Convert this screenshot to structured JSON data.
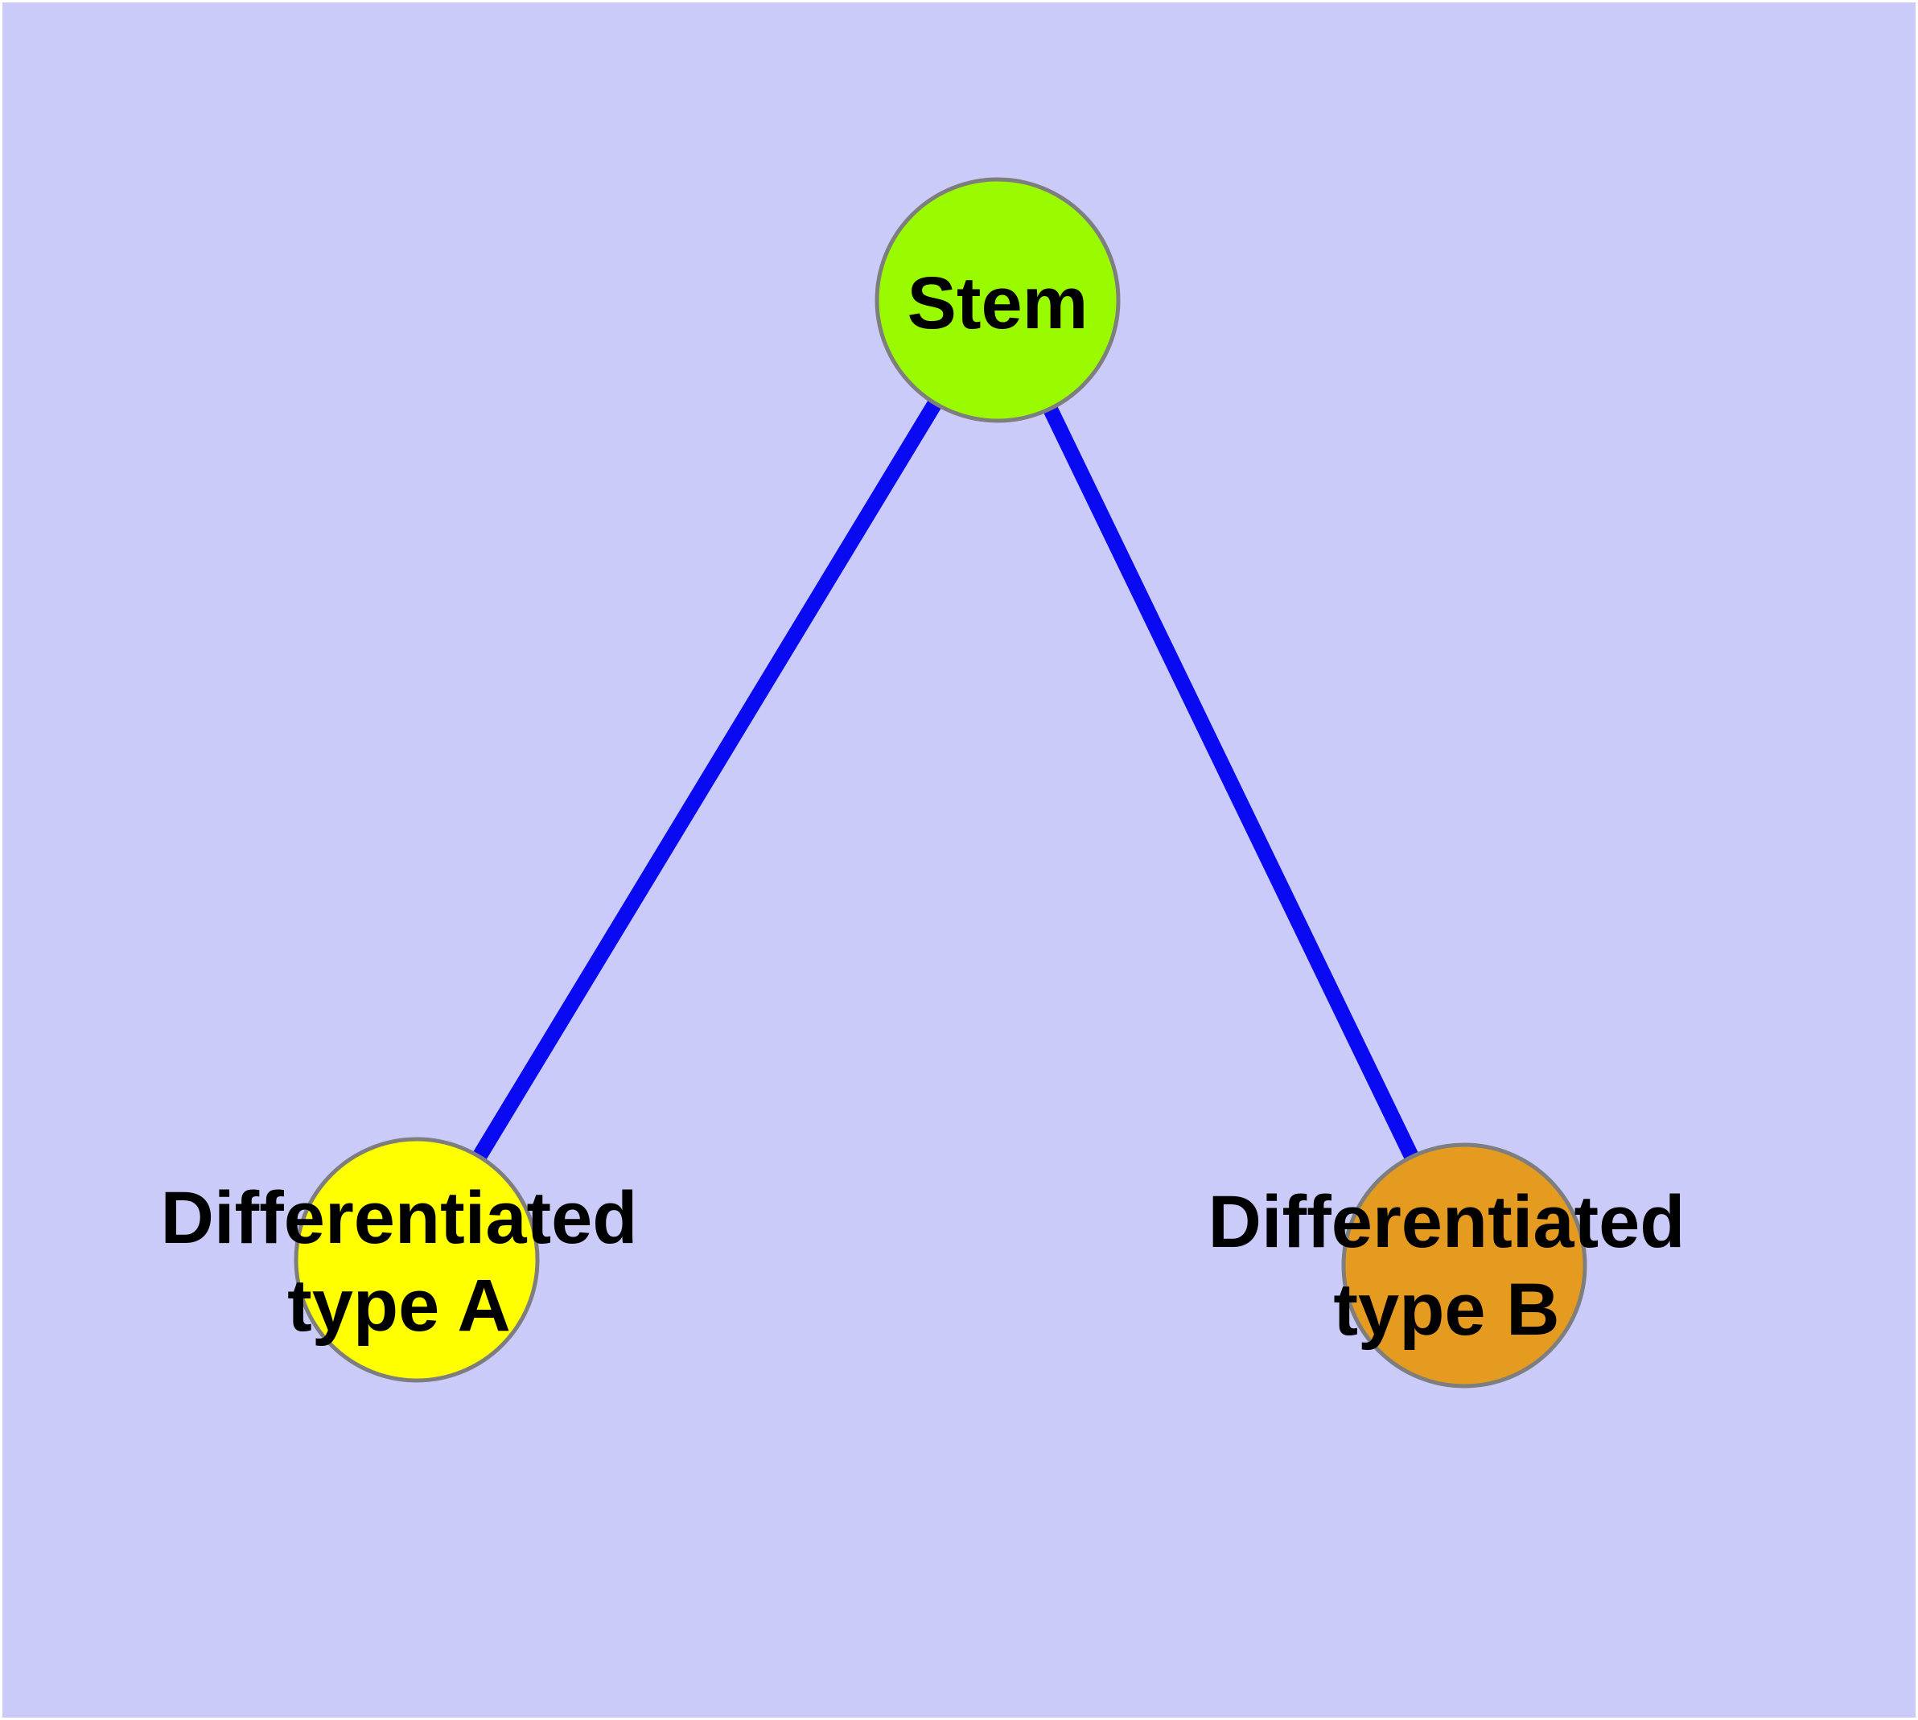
{
  "diagram": {
    "type": "graph",
    "background_color": "#CBCBFA",
    "frame_color": "#FFFFFF",
    "edge_color": "#0909F2",
    "node_border_color": "#7E7E7E",
    "label_color": "#000000",
    "nodes": [
      {
        "id": "stem",
        "label": "Stem",
        "label_lines": [
          "Stem"
        ],
        "color": "#9AFB00"
      },
      {
        "id": "differentiated-type-a",
        "label": "Differentiated type A",
        "label_lines": [
          "Differentiated",
          "type A"
        ],
        "color": "#FFFF00"
      },
      {
        "id": "differentiated-type-b",
        "label": "Differentiated type B",
        "label_lines": [
          "Differentiated",
          "type B"
        ],
        "color": "#E59A20"
      }
    ],
    "edges": [
      {
        "from": "stem",
        "to": "differentiated-type-a"
      },
      {
        "from": "stem",
        "to": "differentiated-type-b"
      }
    ]
  }
}
